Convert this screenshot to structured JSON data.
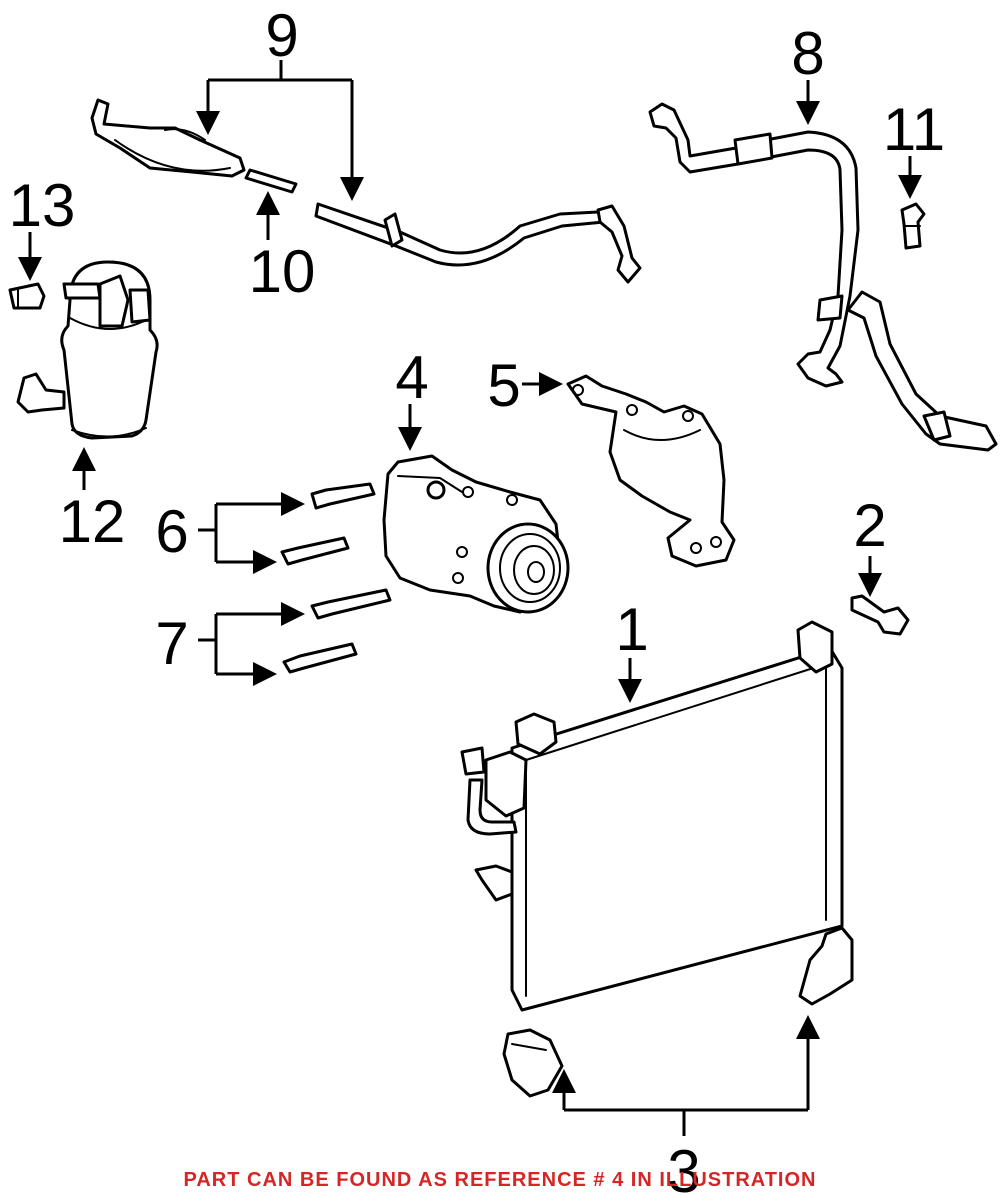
{
  "callouts": {
    "c1": "1",
    "c2": "2",
    "c3": "3",
    "c4": "4",
    "c5": "5",
    "c6": "6",
    "c7": "7",
    "c8": "8",
    "c9": "9",
    "c10": "10",
    "c11": "11",
    "c12": "12",
    "c13": "13"
  },
  "note": "PART CAN BE FOUND AS REFERENCE # 4 IN ILLUSTRATION",
  "colors": {
    "note": "#d42626",
    "line": "#000000",
    "background": "#ffffff"
  }
}
